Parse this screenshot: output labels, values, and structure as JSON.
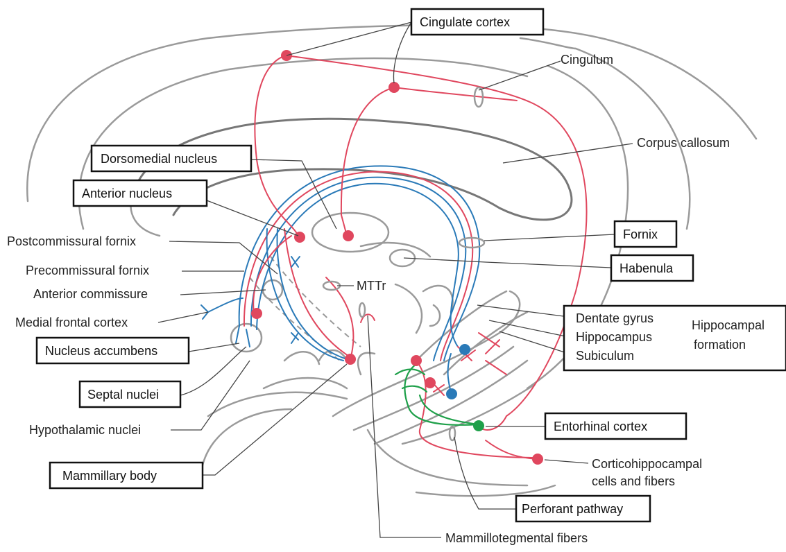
{
  "labels": {
    "cingulate_cortex": "Cingulate cortex",
    "cingulum": "Cingulum",
    "corpus_callosum": "Corpus  callosum",
    "dorsomedial_nucleus": "Dorsomedial nucleus",
    "anterior_nucleus": "Anterior nucleus",
    "postcommissural_fornix": "Postcommissural fornix",
    "precommissural_fornix": "Precommissural fornix",
    "anterior_commissure": "Anterior commissure",
    "medial_frontal_cortex": "Medial frontal cortex",
    "nucleus_accumbens": "Nucleus accumbens",
    "septal_nuclei": "Septal nuclei",
    "hypothalamic_nuclei": "Hypothalamic nuclei",
    "mammillary_body": "Mammillary body",
    "mttr": "MTTr",
    "fornix": "Fornix",
    "habenula": "Habenula",
    "dentate_gyrus": "Dentate gyrus",
    "hippocampus": "Hippocampus",
    "subiculum": "Subiculum",
    "hippocampal_formation_line1": "Hippocampal",
    "hippocampal_formation_line2": "formation",
    "entorhinal_cortex": "Entorhinal cortex",
    "corticohippocampal_line1": "Corticohippocampal",
    "corticohippocampal_line2": "cells and fibers",
    "perforant_pathway": "Perforant pathway",
    "mammillotegmental_fibers": "Mammillotegmental fibers"
  },
  "colors": {
    "pathway_red": "#e0475e",
    "pathway_blue": "#2a7ab8",
    "pathway_green": "#1fa04a",
    "anatomy_gray": "#9a9a9a"
  }
}
